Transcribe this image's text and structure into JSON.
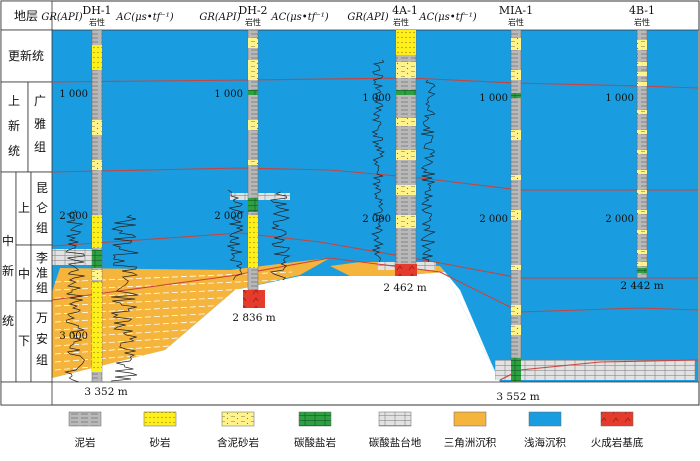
{
  "strat_header": "地层",
  "strat_units": {
    "pleistocene": "更新统",
    "upper_miocene_top": "上",
    "upper_miocene_sub": "新",
    "upper_miocene_sys": "统",
    "guangya": [
      "广",
      "雅",
      "组"
    ],
    "kunlun": [
      "昆",
      "仑",
      "组"
    ],
    "lizhun": [
      "李",
      "准",
      "组"
    ],
    "wanan": [
      "万",
      "安",
      "组"
    ],
    "middle_miocene": [
      "中",
      "新",
      "统"
    ],
    "mid_upper": "上",
    "mid_middle": "中",
    "mid_lower": "下"
  },
  "log_labels": {
    "gr": "GR(API)",
    "ac": "AC(μs•tf⁻¹)",
    "lithology": "岩性"
  },
  "wells": [
    {
      "name": "DH-1",
      "depth_1000": "1 000",
      "depth_2000": "2 000",
      "depth_3000": "3 000",
      "td": "3 352 m"
    },
    {
      "name": "DH-2",
      "depth_1000": "1 000",
      "depth_2000": "2 000",
      "td": "2 836 m"
    },
    {
      "name": "4A-1",
      "depth_1000": "1 000",
      "depth_2000": "2 000",
      "td": "2 462 m"
    },
    {
      "name": "MIA-1",
      "depth_1000": "1 000",
      "depth_2000": "2 000",
      "td": "3 552 m"
    },
    {
      "name": "4B-1",
      "depth_1000": "1 000",
      "depth_2000": "2 000",
      "td": "2 442 m"
    }
  ],
  "legend": [
    {
      "label": "泥岩",
      "icon": "mudstone-swatch"
    },
    {
      "label": "砂岩",
      "icon": "sandstone-swatch"
    },
    {
      "label": "含泥砂岩",
      "icon": "muddy-sandstone-swatch"
    },
    {
      "label": "碳酸盐岩",
      "icon": "carbonate-rock-swatch"
    },
    {
      "label": "碳酸盐台地",
      "icon": "carbonate-platform-swatch"
    },
    {
      "label": "三角洲沉积",
      "icon": "delta-deposit-swatch"
    },
    {
      "label": "浅海沉积",
      "icon": "shallow-marine-swatch"
    },
    {
      "label": "火成岩基底",
      "icon": "igneous-basement-swatch"
    }
  ],
  "colors": {
    "shallow_marine": "#1a9de0",
    "delta": "#f5b43c",
    "sandstone": "#ffef1a",
    "muddy_sandstone": "#fff38a",
    "carbonate": "#2ea043",
    "mudstone": "#b9b9b9",
    "basement": "#e53b2c",
    "horizon": "#c8433b"
  }
}
